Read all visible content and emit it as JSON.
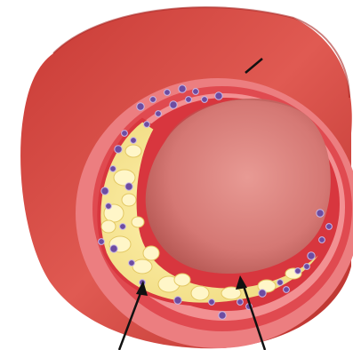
{
  "image": {
    "background": "#ffffff",
    "subject": "artery-cross-section-with-plaque"
  },
  "colors": {
    "outer_wall": "#d94a43",
    "outer_wall_dark": "#b8302d",
    "wall_face": "#e05a54",
    "inner_layer": "#f08a8c",
    "media_layer": "#e34a4f",
    "plaque": "#f4e08f",
    "plaque_glob": "#fff4bf",
    "lumen": "#d67b78",
    "lumen_shadow": "#bf5f5c",
    "cells": "#6d4ca1",
    "pointer": "#111111"
  },
  "pointers": [
    {
      "target": "plaque"
    },
    {
      "target": "arterial-wall-lining"
    },
    {
      "target": "outer-wall"
    }
  ]
}
